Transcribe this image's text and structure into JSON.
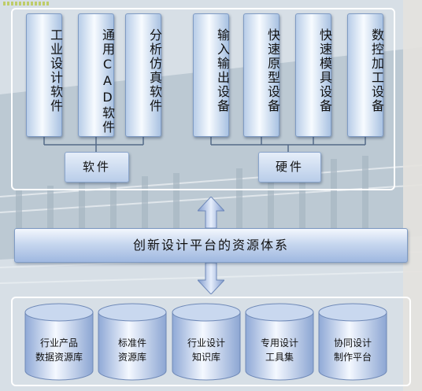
{
  "software_tools": [
    {
      "label": "工业设计软件"
    },
    {
      "label": "通用CAD软件"
    },
    {
      "label": "分析仿真软件"
    }
  ],
  "hardware_equipment": [
    {
      "label": "输入输出设备"
    },
    {
      "label": "快速原型设备"
    },
    {
      "label": "快速模具设备"
    },
    {
      "label": "数控加工设备"
    }
  ],
  "categories": {
    "software": "软件",
    "hardware": "硬件"
  },
  "platform_title": "创新设计平台的资源体系",
  "resource_bases": [
    {
      "line1": "行业产品",
      "line2": "数据资源库"
    },
    {
      "line1": "标准件",
      "line2": "资源库"
    },
    {
      "line1": "行业设计",
      "line2": "知识库"
    },
    {
      "line1": "专用设计",
      "line2": "工具集"
    },
    {
      "line1": "协同设计",
      "line2": "制作平台"
    }
  ],
  "colors": {
    "bar_light": "#f7fbff",
    "bar_blue": "#a9c2e2",
    "border": "#7f9bc4",
    "arrow": "#8fa9d6"
  }
}
